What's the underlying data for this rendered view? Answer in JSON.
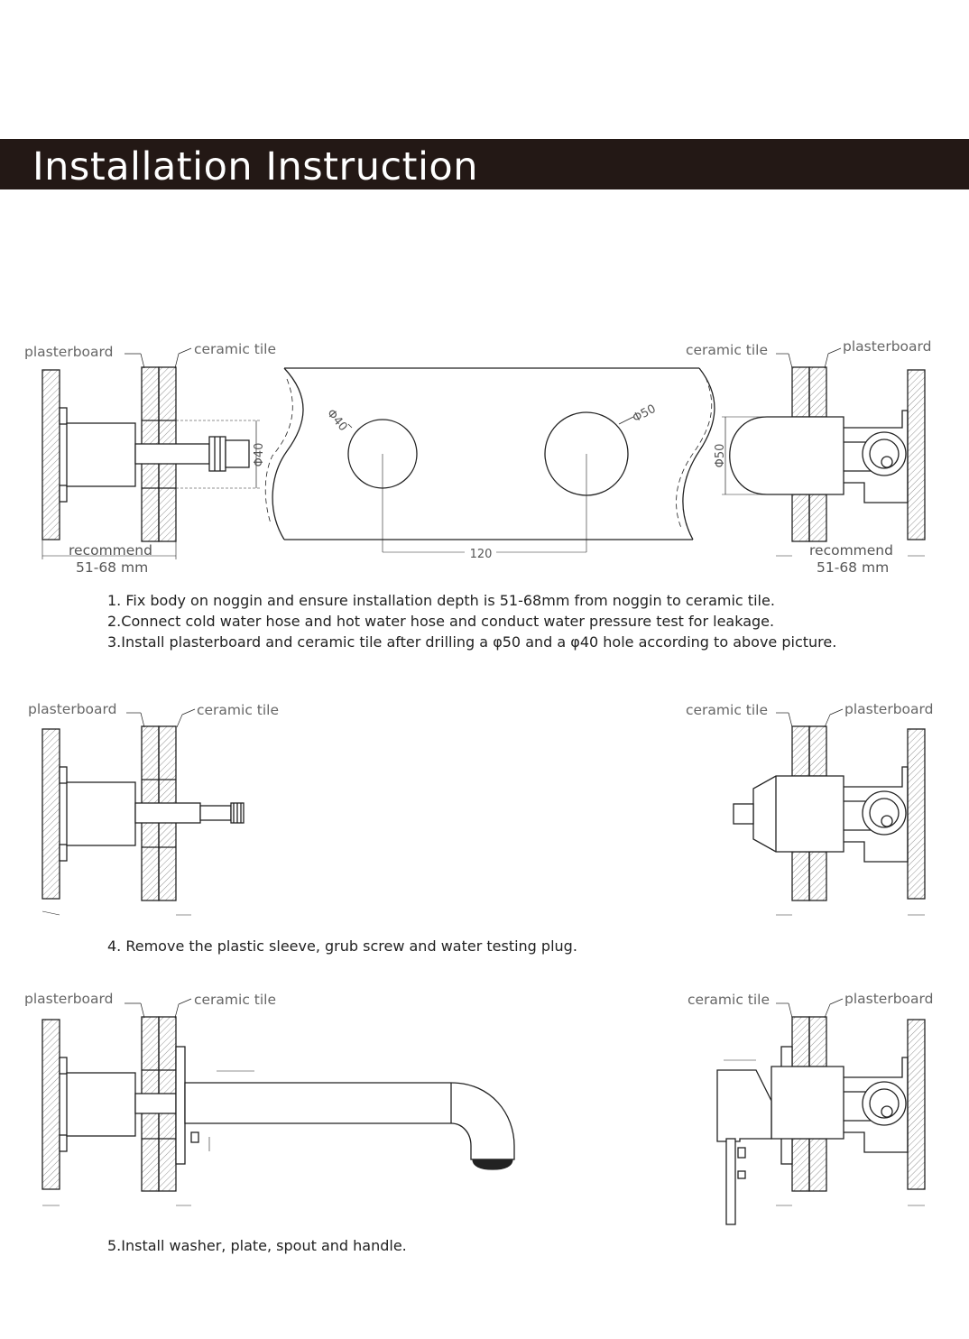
{
  "title": "Installation Instruction",
  "labels": {
    "plasterboard": "plasterboard",
    "ceramic_tile": "ceramic tile",
    "recommend": "recommend",
    "depth_range": "51-68 mm"
  },
  "dimensions": {
    "hole_small": "Φ40",
    "hole_large": "Φ50",
    "hole_spacing": "120"
  },
  "steps": {
    "s1": "1. Fix body on noggin and ensure installation depth is 51-68mm from noggin to ceramic tile.",
    "s2": "2.Connect cold water hose and hot water hose and conduct water pressure test for leakage.",
    "s3": "3.Install plasterboard and ceramic tile after drilling a φ50 and a φ40 hole according to above picture.",
    "s4": "4. Remove the plastic sleeve, grub screw and water testing plug.",
    "s5": "5.Install washer, plate, spout and handle."
  },
  "colors": {
    "title_bg": "#231815",
    "title_text": "#ffffff",
    "line": "#222222",
    "label_text": "#666666"
  }
}
